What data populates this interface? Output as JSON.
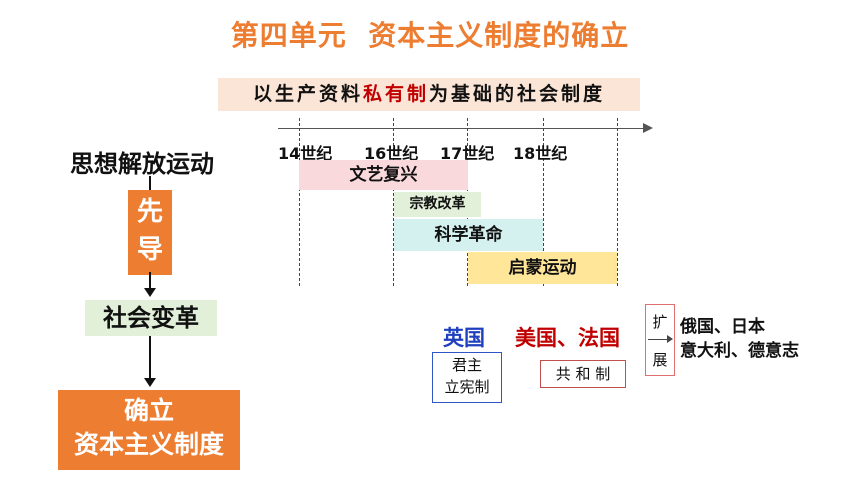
{
  "title": "第四单元  资本主义制度的确立",
  "banner": {
    "before": "以生产资料",
    "highlight": "私有制",
    "after": "为基础的社会制度"
  },
  "timeline": {
    "centuries": [
      "14世纪",
      "16世纪",
      "17世纪",
      "18世纪"
    ],
    "bars": [
      {
        "label": "文艺复兴",
        "color": "#f9d9dc"
      },
      {
        "label": "宗教改革",
        "color": "#e2f0d9"
      },
      {
        "label": "科学革命",
        "color": "#d4f1ef"
      },
      {
        "label": "启蒙运动",
        "color": "#ffe699"
      }
    ]
  },
  "flow": {
    "top": "思想解放运动",
    "lead_char1": "先",
    "lead_char2": "导",
    "middle": "社会变革",
    "bottom_line1": "确立",
    "bottom_line2": "资本主义制度"
  },
  "countries": {
    "britain": {
      "name": "英国",
      "color": "#1f3fbf",
      "system_line1": "君主",
      "system_line2": "立宪制"
    },
    "us_france": {
      "name": "美国、法国",
      "color": "#c00000",
      "system": "共 和 制"
    },
    "expand_char1": "扩",
    "expand_char2": "展",
    "others_line1": "俄国、日本",
    "others_line2": "意大利、德意志"
  }
}
